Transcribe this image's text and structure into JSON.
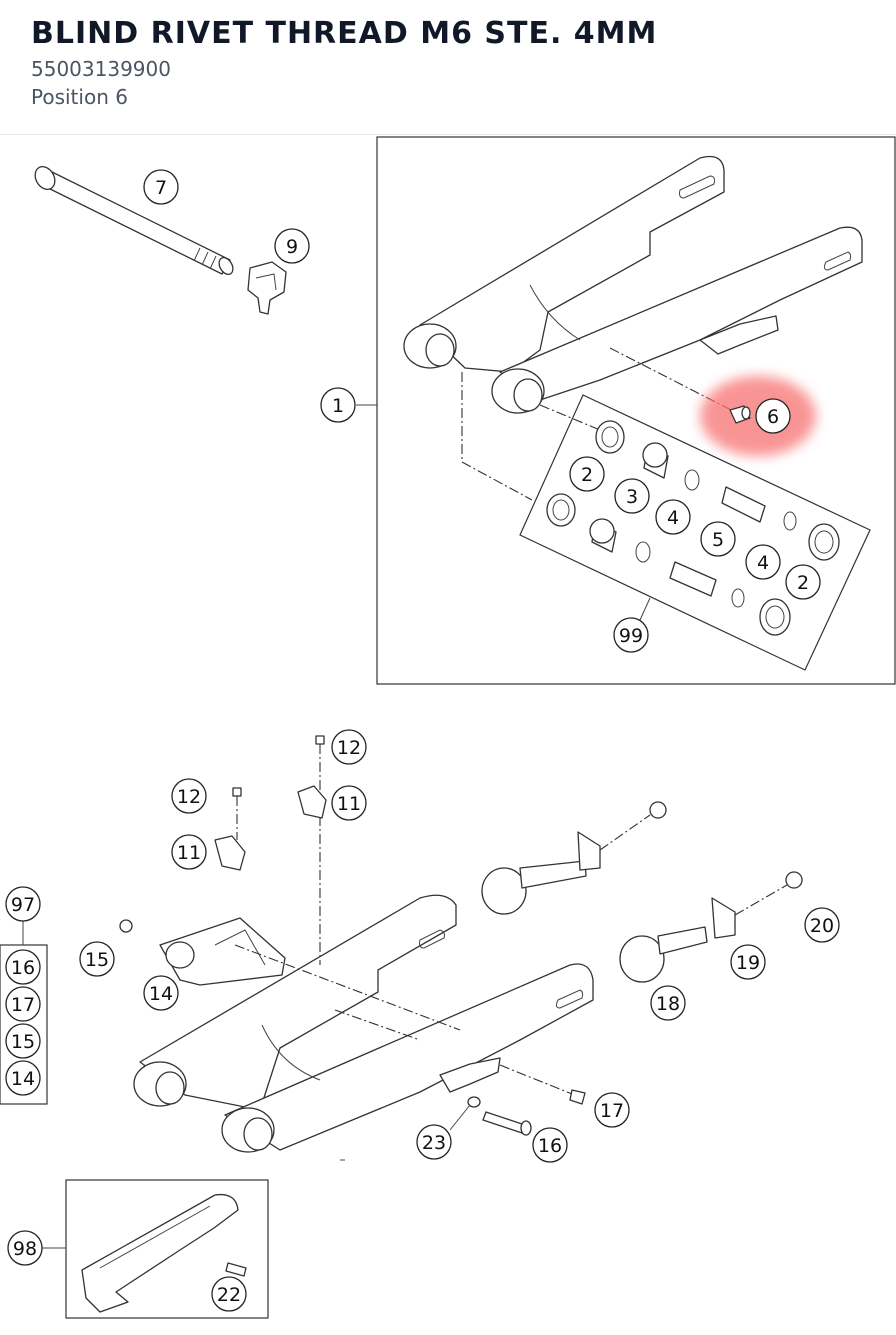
{
  "header": {
    "title": "BLIND RIVET THREAD M6 STE. 4MM",
    "part_number": "55003139900",
    "position": "Position 6"
  },
  "diagram": {
    "highlight_color": "#f87171",
    "highlighted_callout": "6",
    "callouts": [
      "1",
      "2",
      "3",
      "4",
      "5",
      "4",
      "2",
      "6",
      "7",
      "9",
      "99",
      "12",
      "12",
      "11",
      "11",
      "97",
      "14",
      "15",
      "16",
      "17",
      "15",
      "14",
      "20",
      "19",
      "18",
      "17",
      "16",
      "23",
      "98",
      "22"
    ]
  }
}
